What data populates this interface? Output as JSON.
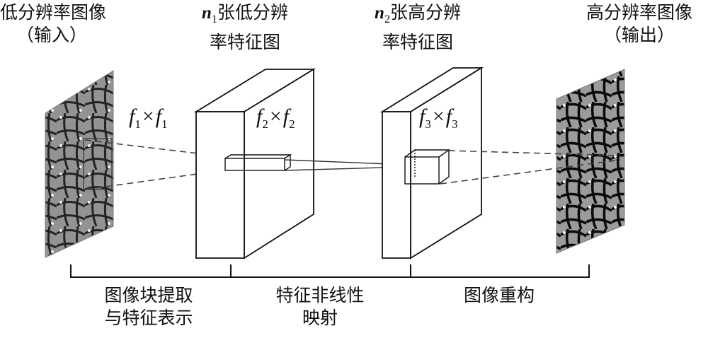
{
  "labels": {
    "input": [
      "低分辨率图像",
      "（输入）"
    ],
    "fm1": {
      "sym": "n",
      "sub": "1",
      "line1": "张低分辨",
      "line2": "率特征图"
    },
    "fm2": {
      "sym": "n",
      "sub": "2",
      "line1": "张高分辨",
      "line2": "率特征图"
    },
    "output": [
      "高分辨率图像",
      "（输出）"
    ]
  },
  "filters": {
    "f1": {
      "sym": "f",
      "sub": "1",
      "times": "×"
    },
    "f2": {
      "sym": "f",
      "sub": "2",
      "times": "×"
    },
    "f3": {
      "sym": "f",
      "sub": "3",
      "times": "×"
    }
  },
  "stages": {
    "s1": [
      "图像块提取",
      "与特征表示"
    ],
    "s2": [
      "特征非线性",
      "映射"
    ],
    "s3": [
      "图像重构"
    ]
  },
  "colors": {
    "line": "#111111",
    "dash": "#444444",
    "face": "#ffffff"
  }
}
